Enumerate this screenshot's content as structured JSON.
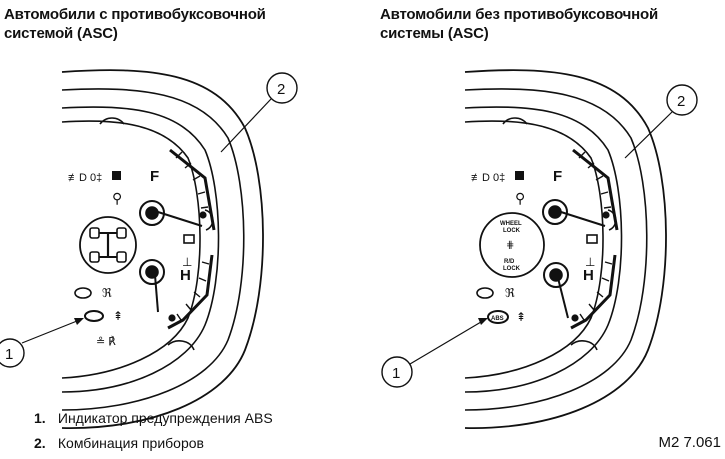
{
  "headings": {
    "left": [
      "Автомобили с противобуксовочной",
      "системой (ASC)"
    ],
    "right": [
      "Автомобили без противобуксовочной",
      "системы (ASC)"
    ]
  },
  "callouts": {
    "one": "1",
    "two": "2"
  },
  "dial_letters": {
    "fuel_full": "F",
    "temp_hot": "H"
  },
  "panel_labels": {
    "wheel_lock": [
      "WHEEL",
      "LOCK"
    ],
    "rd_lock": [
      "R/D",
      "LOCK"
    ],
    "abs": "ABS"
  },
  "legend": [
    {
      "number": "1.",
      "text": "Индикатор предупреждения ABS"
    },
    {
      "number": "2.",
      "text": "Комбинация приборов"
    }
  ],
  "figure_code": "M2 7.061"
}
